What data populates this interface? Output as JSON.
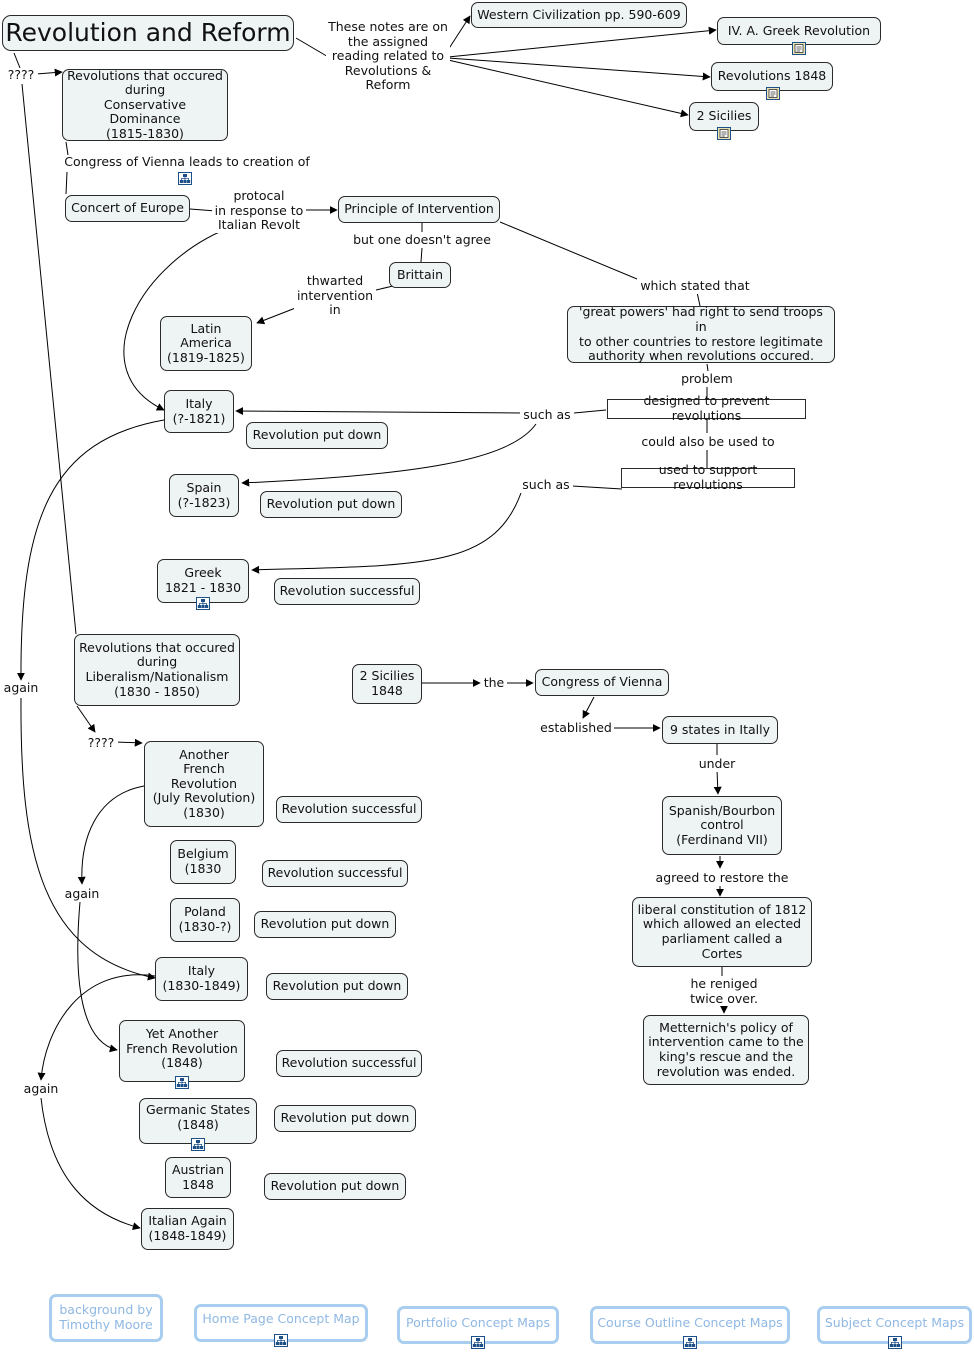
{
  "title": "Revolution and Reform",
  "notes": {
    "intro": "These notes are on\nthe assigned\nreading related to\nRevolutions &\nReform",
    "western_civ": "Western Civilization pp. 590-609",
    "greek_rev": "IV. A.  Greek Revolution",
    "rev_1848": "Revolutions 1848",
    "two_sicilies": "2 Sicilies"
  },
  "q1": "????",
  "q2": "????",
  "conservative": "Revolutions that occured\nduring\nConservative Dominance\n(1815-1830)",
  "congress_leads": "Congress of Vienna leads to creation of",
  "concert": "Concert of Europe",
  "protocal": "protocal\nin response to\nItalian Revolt",
  "principle": "Principle of Intervention",
  "but_one": "but one doesn't agree",
  "brittain": "Brittain",
  "thwarted": "thwarted\nintervention\nin",
  "latin_america": "Latin\nAmerica\n(1819-1825)",
  "which_stated": "which stated that",
  "great_powers": "'great powers' had right to send troops in\nto other countries to restore legitimate\nauthority when revolutions occured.",
  "problem": "problem",
  "designed": "designed to prevent revolutions",
  "could_also": "could also be used to",
  "used_support": "used to support revolutions",
  "such_as_1": "such as",
  "such_as_2": "such as",
  "italy_1821": "Italy\n(?-1821)",
  "italy_1821_res": "Revolution put down",
  "spain": "Spain\n(?-1823)",
  "spain_res": "Revolution put down",
  "greek": "Greek\n1821 - 1830",
  "greek_res": "Revolution successful",
  "liberalism": "Revolutions that occured\nduring\nLiberalism/Nationalism\n(1830 - 1850)",
  "french_1830": "Another\nFrench\nRevolution\n(July Revolution)\n(1830)",
  "french_1830_res": "Revolution successful",
  "belgium": "Belgium\n(1830",
  "belgium_res": "Revolution successful",
  "poland": "Poland\n(1830-?)",
  "poland_res": "Revolution put down",
  "italy_1849": "Italy\n(1830-1849)",
  "italy_1849_res": "Revolution put down",
  "french_1848": "Yet Another\nFrench Revolution\n(1848)",
  "french_1848_res": "Revolution successful",
  "germanic": "Germanic States\n(1848)",
  "germanic_res": "Revolution put down",
  "austrian": "Austrian\n1848",
  "austrian_res": "Revolution put down",
  "italian_again": "Italian Again\n(1848-1849)",
  "again_1": "again",
  "again_2": "again",
  "again_3": "again",
  "sicilies_1848": "2 Sicilies\n1848",
  "the": "the",
  "congress_vienna": "Congress of Vienna",
  "established": "established",
  "nine_states": "9 states in Itally",
  "under": "under",
  "spanish_bourbon": "Spanish/Bourbon\ncontrol\n(Ferdinand VII)",
  "agreed": "agreed to restore the",
  "liberal_constitution": "liberal constitution of 1812\nwhich allowed an elected\nparliament called a\nCortes",
  "reniged": "he reniged\ntwice over.",
  "metternich": "Metternich's policy of\nintervention came to the\nking's rescue and the\nrevolution was ended.",
  "footer": {
    "background": "background by\nTimothy Moore",
    "home": "Home Page Concept Map",
    "portfolio": "Portfolio Concept Maps",
    "course": "Course Outline Concept Maps",
    "subject": "Subject Concept Maps"
  },
  "colors": {
    "node_fill": "#eef3f4",
    "border": "#2a2a2a",
    "footer_border": "#a9cdee",
    "footer_text": "#8fb8e3"
  },
  "icons": {
    "document": "document-icon",
    "concept_map": "concept-map-icon"
  }
}
